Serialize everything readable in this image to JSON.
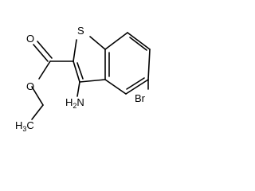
{
  "molecule": {
    "atoms": {
      "sulfur": "S",
      "carbonyl_oxygen": "O",
      "ester_oxygen": "O",
      "bromine": "Br",
      "amino_h": "H",
      "amino_n": "N",
      "amino_sub": "2",
      "methyl_h": "H",
      "methyl_sub": "3",
      "methyl_c": "C"
    },
    "colors": {
      "bond": "#000000",
      "text": "#000000",
      "background": "#ffffff"
    }
  }
}
